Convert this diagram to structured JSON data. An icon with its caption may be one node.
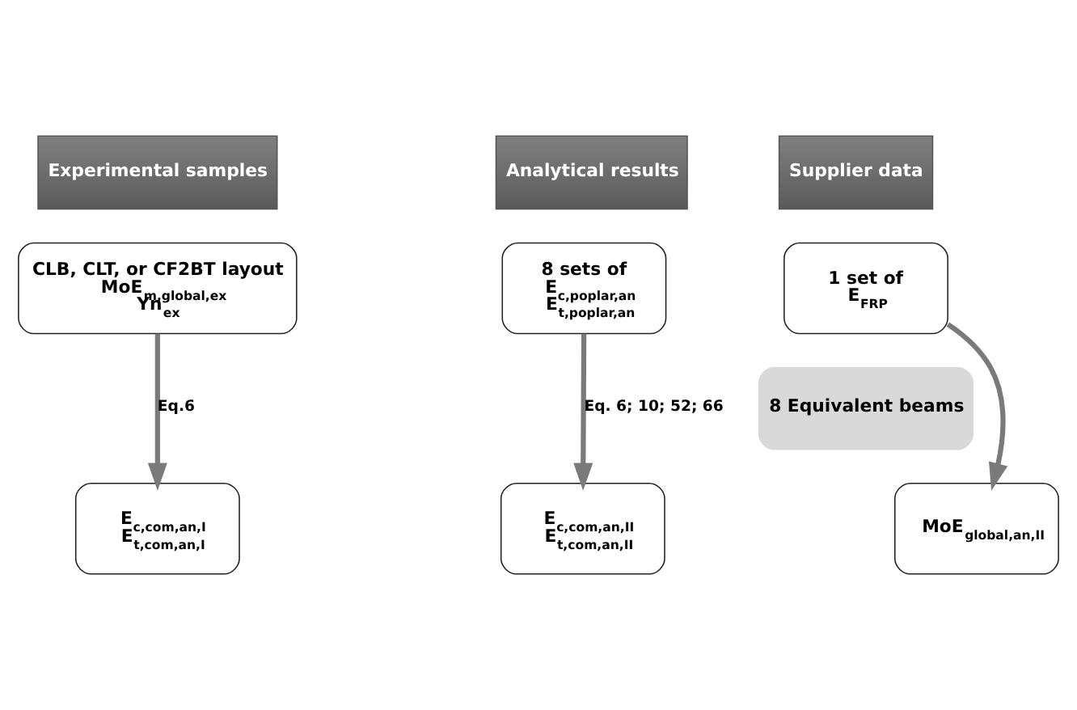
{
  "diagram": {
    "nodes": [
      {
        "text": [
          "Experimental samples"
        ]
      },
      {
        "text": [
          "CLB, CLT, or CF2BT layout",
          "MoE$_{m,global,ex}$",
          "Yn$_{ex}$"
        ]
      },
      {
        "text": [
          "E$_{c,com,an,I}$",
          "E$_{t,com,an,I}$"
        ]
      },
      {
        "text": [
          "Analytical results"
        ]
      },
      {
        "text": [
          "Supplier data"
        ]
      },
      {
        "text": [
          "8 sets of",
          "E$_{c,poplar,an}$",
          "E$_{t,poplar,an}$"
        ]
      },
      {
        "text": [
          "1 set of",
          "E$_{FRP}$"
        ]
      },
      {
        "text": [
          "8 Equivalent beams"
        ]
      },
      {
        "text": [
          "E$_{c,com,an,II}$",
          "E$_{t,com,an,II}$"
        ]
      },
      {
        "text": [
          "MoE$_{global,an,II}$"
        ]
      }
    ],
    "edges": [
      {
        "from": 1,
        "to": 2,
        "arrow": "to",
        "label": "Eq.6"
      },
      {
        "from": 5,
        "to": 8,
        "arrow": "to",
        "label": "Eq. 6; 10; 52; 66"
      },
      {
        "from": 6,
        "to": 9,
        "arrow": "to"
      }
    ]
  }
}
